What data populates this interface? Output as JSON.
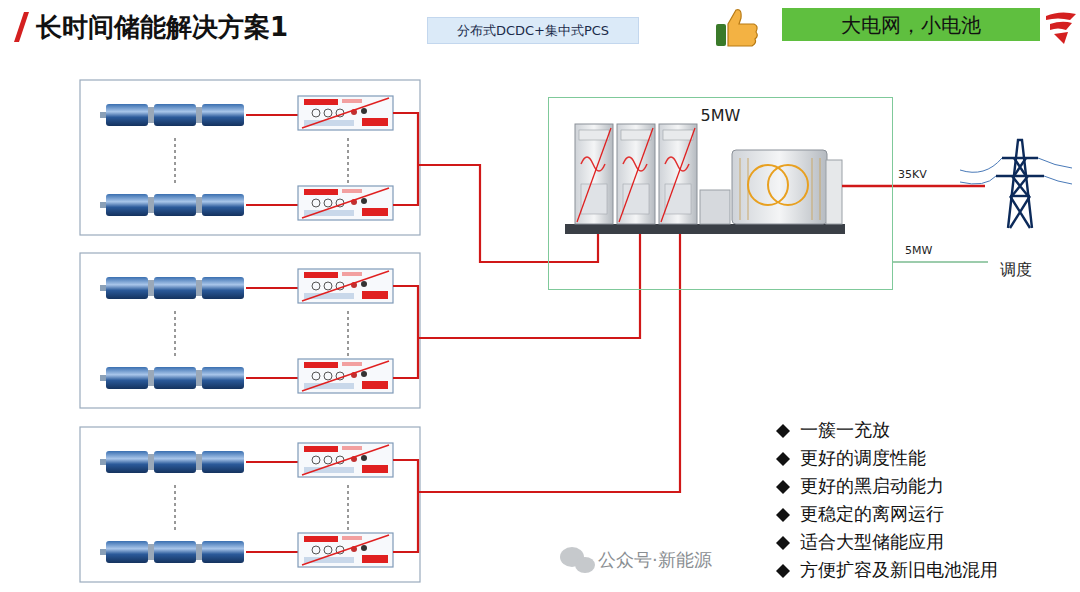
{
  "diagram": {
    "title": "长时间储能解决方案1",
    "nodes": [
      {
        "text": [
          "分布式DCDC+集中式PCS"
        ]
      },
      {
        "text": [
          "大电网，小电池"
        ]
      },
      {
        "text": [
          "5MW"
        ]
      }
    ],
    "labels": [
      "35KV",
      "5MW",
      "调度",
      "一簇一充放",
      "更好的调度性能",
      "更好的黑启动能力",
      "更稳定的离网运行",
      "适合大型储能应用",
      "方便扩容及新旧电池混用",
      "公众号·新能源"
    ]
  }
}
